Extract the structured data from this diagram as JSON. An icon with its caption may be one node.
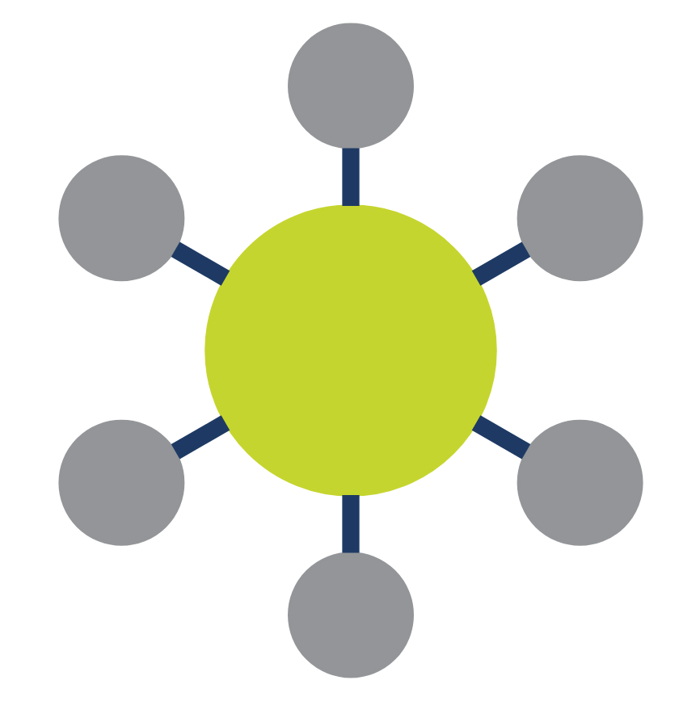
{
  "diagram": {
    "nodes": [
      {
        "text": [],
        "shape": "circle"
      },
      {
        "text": [],
        "shape": "circle"
      },
      {
        "text": [],
        "shape": "circle"
      },
      {
        "text": [],
        "shape": "circle"
      },
      {
        "text": [],
        "shape": "circle"
      },
      {
        "text": [],
        "shape": "circle"
      },
      {
        "text": [],
        "shape": "circle"
      }
    ],
    "edges": [
      {
        "from": 0,
        "to": 1,
        "arrow": "none"
      },
      {
        "from": 0,
        "to": 2,
        "arrow": "none"
      },
      {
        "from": 0,
        "to": 3,
        "arrow": "none"
      },
      {
        "from": 0,
        "to": 4,
        "arrow": "none"
      },
      {
        "from": 0,
        "to": 5,
        "arrow": "none"
      },
      {
        "from": 0,
        "to": 6,
        "arrow": "none"
      }
    ]
  }
}
